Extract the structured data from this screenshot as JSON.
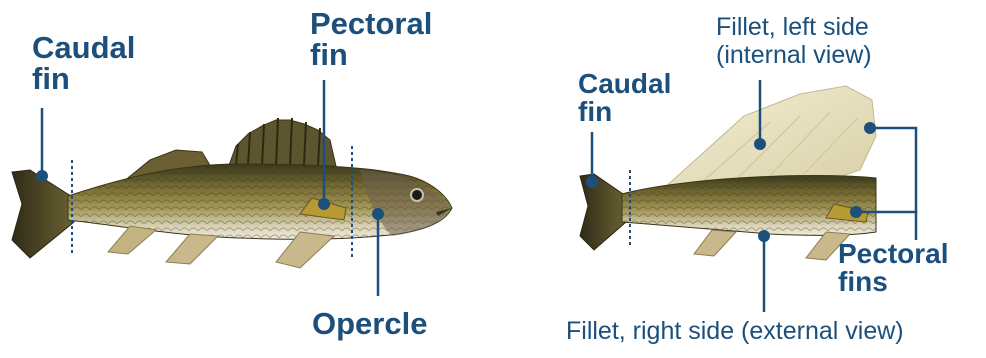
{
  "colors": {
    "label": "#1d4f7c",
    "leader": "#1d4f7c",
    "fish_back": "#4a4422",
    "fish_mid": "#8f8242",
    "fish_belly": "#e2dcc6",
    "fillet": "#ece6c6"
  },
  "left_fish": {
    "caudal_fin": {
      "line1": "Caudal",
      "line2": "fin"
    },
    "pectoral_fin": {
      "line1": "Pectoral",
      "line2": "fin"
    },
    "opercle": "Opercle"
  },
  "right_fish": {
    "caudal_fin": {
      "line1": "Caudal",
      "line2": "fin"
    },
    "fillet_left": {
      "line1": "Fillet, left side",
      "line2": "(internal view)"
    },
    "pectoral_fins": {
      "line1": "Pectoral",
      "line2": "fins"
    },
    "fillet_right": "Fillet, right side (external view)"
  }
}
